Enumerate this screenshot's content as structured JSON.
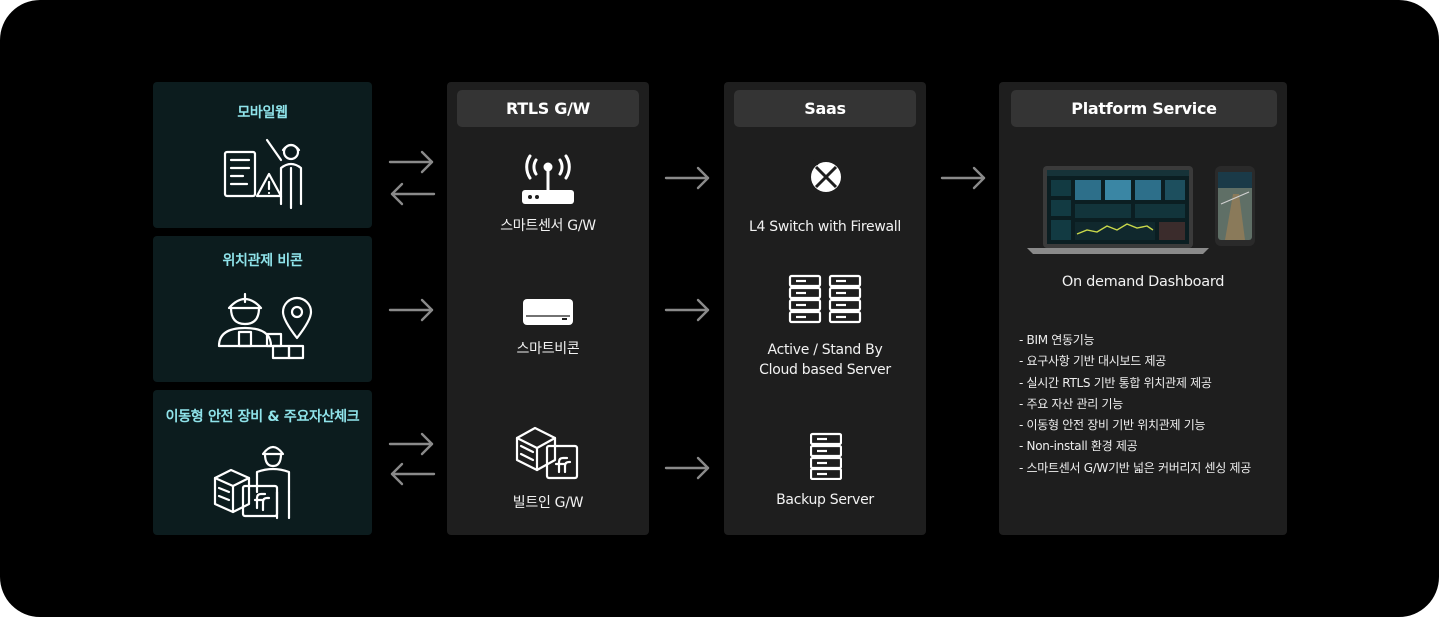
{
  "devices": [
    {
      "title": "모바일웹",
      "icon": "worker-with-documents-icon"
    },
    {
      "title": "위치관제 비콘",
      "icon": "worker-location-pin-icon"
    },
    {
      "title": "이동형 안전 장비 & 주요자산체크",
      "icon": "worker-with-equipment-icon"
    }
  ],
  "gateway": {
    "header": "RTLS G/W",
    "items": [
      {
        "label": "스마트센서 G/W",
        "icon": "wifi-router-icon"
      },
      {
        "label": "스마트비콘",
        "icon": "beacon-device-icon"
      },
      {
        "label": "빌트인 G/W",
        "icon": "builtin-gateway-icon"
      }
    ]
  },
  "saas": {
    "header": "Saas",
    "items": [
      {
        "label": "L4 Switch with Firewall",
        "icon": "switch-icon"
      },
      {
        "label": "Active / Stand By\nCloud based Server",
        "icon": "server-rack-icon"
      },
      {
        "label": "Backup Server",
        "icon": "backup-server-icon"
      }
    ]
  },
  "platform": {
    "header": "Platform Service",
    "dashboard_label": "On demand Dashboard",
    "features": [
      "- BIM 연동기능",
      "- 요구사항 기반 대시보드 제공",
      "- 실시간 RTLS 기반 통합 위치관제 제공",
      "- 주요 자산 관리 기능",
      "- 이동형 안전 장비 기반 위치관제 기능",
      "- Non-install 환경 제공",
      "- 스마트센서 G/W기반 넓은 커버리지 센싱 제공"
    ]
  },
  "colors": {
    "background": "#000000",
    "device_card": "#0c1c1e",
    "device_title": "#8fe3ea",
    "panel": "#1e1e1e",
    "panel_header": "#343434",
    "arrow": "#8a8a8a"
  }
}
